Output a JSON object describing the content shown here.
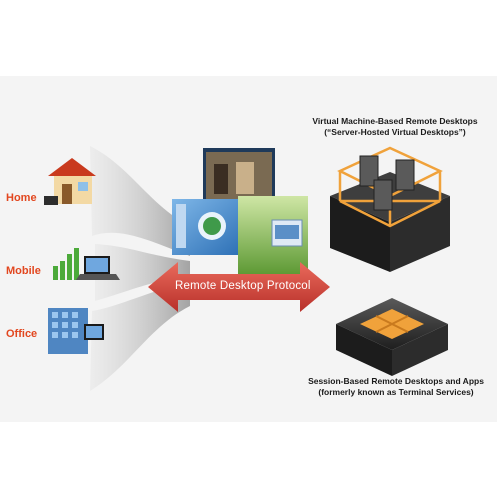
{
  "clients": [
    {
      "label": "Home",
      "icon": "house-icon"
    },
    {
      "label": "Mobile",
      "icon": "mobile-devices-icon"
    },
    {
      "label": "Office",
      "icon": "office-building-icon"
    }
  ],
  "protocol": {
    "label": "Remote Desktop Protocol",
    "color": "#d7453a"
  },
  "vm_desktops": {
    "line1": "Virtual Machine-Based Remote Desktops",
    "line2": "(“Server-Hosted Virtual Desktops”)"
  },
  "session_desktops": {
    "line1": "Session-Based Remote Desktops and Apps",
    "line2": "(formerly known as Terminal Services)"
  },
  "colors": {
    "client_label": "#e2471f",
    "accent_orange": "#f0a23b",
    "server_dark": "#2b2b2b"
  }
}
